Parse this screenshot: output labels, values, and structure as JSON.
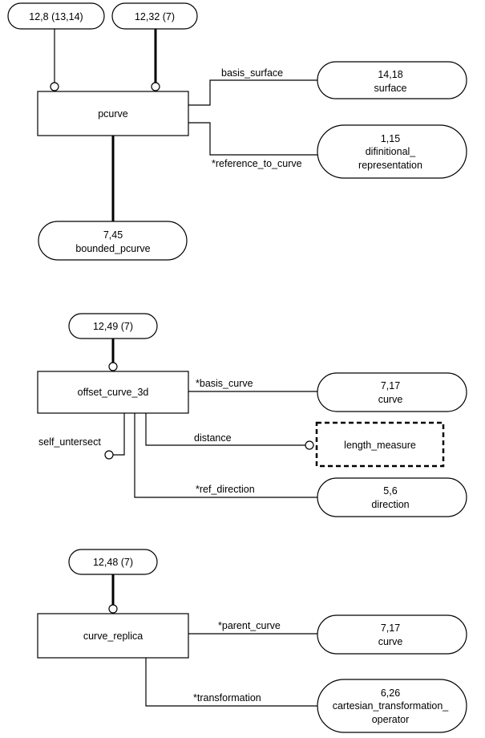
{
  "section1": {
    "pcurve": {
      "label": "pcurve"
    },
    "supertype_a": "12,8 (13,14)",
    "supertype_b": "12,32 (7)",
    "subtype": {
      "ref": "7,45",
      "name": "bounded_pcurve"
    },
    "attr_basis_surface": "basis_surface",
    "target_surface": {
      "ref": "14,18",
      "name": "surface"
    },
    "attr_reference_to_curve": "*reference_to_curve",
    "target_definitional": {
      "ref": "1,15",
      "name_line1": "difinitional_",
      "name_line2": "representation"
    }
  },
  "section2": {
    "entity": "offset_curve_3d",
    "supertype": "12,49 (7)",
    "attr_basis_curve": "*basis_curve",
    "target_curve": {
      "ref": "7,17",
      "name": "curve"
    },
    "attr_self_intersect": "self_untersect",
    "attr_distance": "distance",
    "target_length_measure": "length_measure",
    "attr_ref_direction": "*ref_direction",
    "target_direction": {
      "ref": "5,6",
      "name": "direction"
    }
  },
  "section3": {
    "entity": "curve_replica",
    "supertype": "12,48 (7)",
    "attr_parent_curve": "*parent_curve",
    "target_curve": {
      "ref": "7,17",
      "name": "curve"
    },
    "attr_transformation": "*transformation",
    "target_transform": {
      "ref": "6,26",
      "name_line1": "cartesian_transformation_",
      "name_line2": "operator"
    }
  }
}
